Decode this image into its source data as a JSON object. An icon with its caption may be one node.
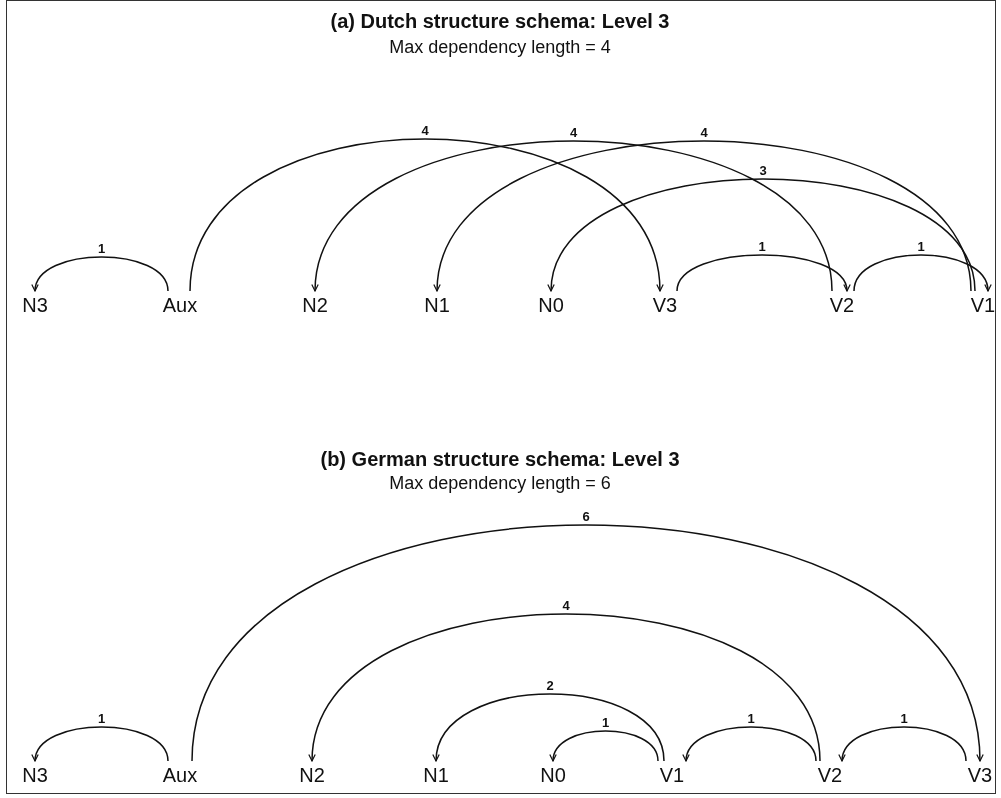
{
  "diagram": {
    "nodes": [
      {
        "text": [
          "N3"
        ]
      },
      {
        "text": [
          "Aux"
        ]
      },
      {
        "text": [
          "N2"
        ]
      },
      {
        "text": [
          "N1"
        ]
      },
      {
        "text": [
          "N0"
        ]
      },
      {
        "text": [
          "V3"
        ]
      },
      {
        "text": [
          "V2"
        ]
      },
      {
        "text": [
          "V1"
        ]
      },
      {
        "text": [
          "N3"
        ]
      },
      {
        "text": [
          "Aux"
        ]
      },
      {
        "text": [
          "N2"
        ]
      },
      {
        "text": [
          "N1"
        ]
      },
      {
        "text": [
          "N0"
        ]
      },
      {
        "text": [
          "V1"
        ]
      },
      {
        "text": [
          "V2"
        ]
      },
      {
        "text": [
          "V3"
        ]
      }
    ],
    "edges": [
      {
        "from": 1,
        "to": 0,
        "arrow": "to",
        "label": "1"
      },
      {
        "from": 1,
        "to": 5,
        "arrow": "to",
        "label": "4"
      },
      {
        "from": 6,
        "to": 2,
        "arrow": "to",
        "label": "4"
      },
      {
        "from": 7,
        "to": 3,
        "arrow": "to",
        "label": "4"
      },
      {
        "from": 7,
        "to": 4,
        "arrow": "to",
        "label": "3"
      },
      {
        "from": 5,
        "to": 6,
        "arrow": "to",
        "label": "1"
      },
      {
        "from": 6,
        "to": 7,
        "arrow": "to",
        "label": "1"
      },
      {
        "from": 9,
        "to": 8,
        "arrow": "to",
        "label": "1"
      },
      {
        "from": 9,
        "to": 15,
        "arrow": "to",
        "label": "6"
      },
      {
        "from": 14,
        "to": 10,
        "arrow": "to",
        "label": "4"
      },
      {
        "from": 13,
        "to": 11,
        "arrow": "to",
        "label": "2"
      },
      {
        "from": 13,
        "to": 12,
        "arrow": "to",
        "label": "1"
      },
      {
        "from": 14,
        "to": 13,
        "arrow": "to",
        "label": "1"
      },
      {
        "from": 15,
        "to": 14,
        "arrow": "to",
        "label": "1"
      }
    ],
    "labels": [
      "(a) Dutch structure schema: Level 3",
      "Max dependency length = 4",
      "(b) German structure schema: Level 3",
      "Max dependency length = 6"
    ]
  }
}
